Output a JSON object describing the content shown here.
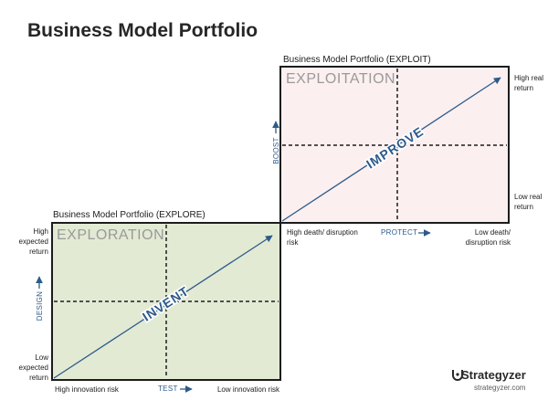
{
  "title": "Business Model Portfolio",
  "explore": {
    "panel_title": "Business Model Portfolio (EXPLORE)",
    "box_label": "EXPLORATION",
    "diagonal_label": "INVENT",
    "y_axis_word": "DESIGN",
    "x_axis_word": "TEST",
    "y_high": "High expected return",
    "y_low": "Low expected return",
    "x_low": "High innovation risk",
    "x_high": "Low innovation risk",
    "fill_color": "#e2ead4"
  },
  "exploit": {
    "panel_title": "Business Model Portfolio (EXPLOIT)",
    "box_label": "EXPLOITATION",
    "diagonal_label": "IMPROVE",
    "y_axis_word": "BOOST",
    "x_axis_word": "PROTECT",
    "y_high": "High real return",
    "y_low": "Low real return",
    "x_low": "High death/ disruption risk",
    "x_high": "Low death/ disruption risk",
    "fill_color": "#fbeff0"
  },
  "arrow_color": "#2d5a8a",
  "brand": {
    "name": "Strategyzer",
    "url": "strategyzer.com",
    "icon": "strategyzer-logo-icon"
  }
}
